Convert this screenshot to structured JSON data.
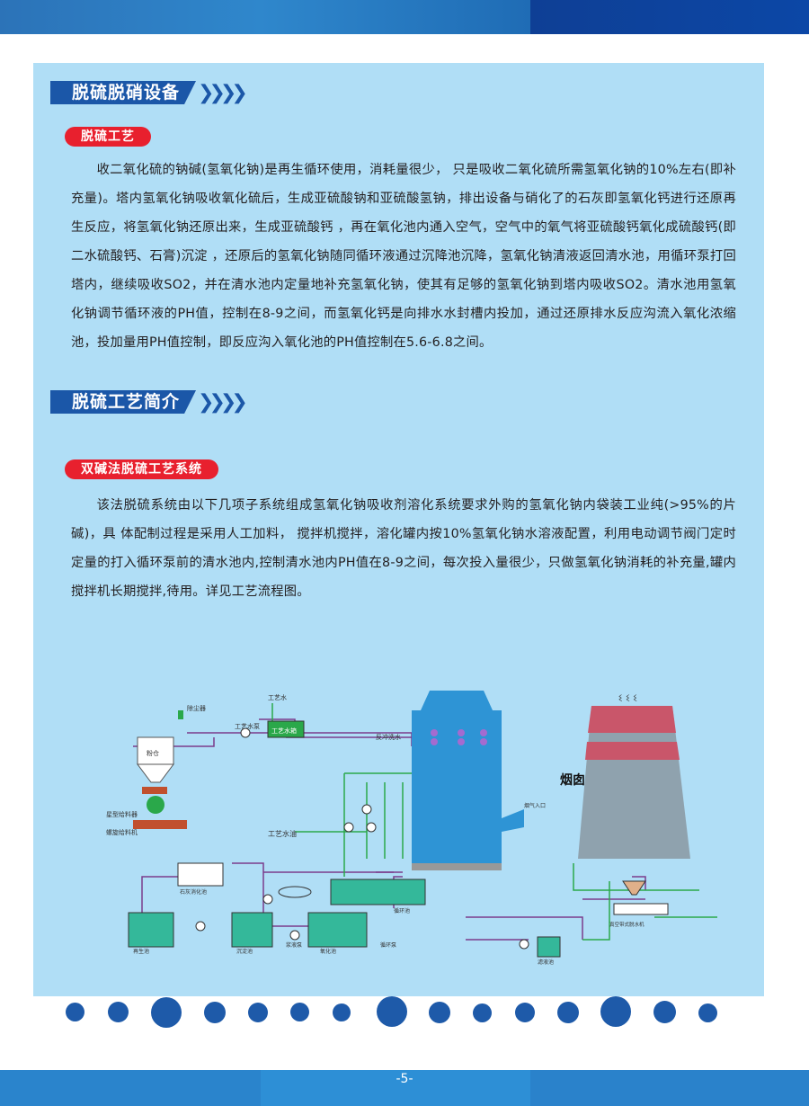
{
  "section1": {
    "title": "脱硫脱硝设备",
    "arrows": "❯❯❯❯"
  },
  "sub1": "脱硫工艺",
  "para1": "收二氧化硫的钠碱(氢氧化钠)是再生循环使用，消耗量很少， 只是吸收二氧化硫所需氢氧化钠的10%左右(即补充量)。塔内氢氧化钠吸收氧化硫后，生成亚硫酸钠和亚硫酸氢钠，排出设备与硝化了的石灰即氢氧化钙进行还原再生反应，将氢氧化钠还原出来，生成亚硫酸钙 ，再在氧化池内通入空气，空气中的氧气将亚硫酸钙氧化成硫酸钙(即二水硫酸钙、石膏)沉淀 ，还原后的氢氧化钠随同循环液通过沉降池沉降，氢氧化钠清液返回清水池，用循环泵打回塔内，继续吸收SO2，并在清水池内定量地补充氢氧化钠，使其有足够的氢氧化钠到塔内吸收SO2。清水池用氢氧化钠调节循环液的PH值，控制在8-9之间，而氢氧化钙是向排水水封槽内投加，通过还原排水反应沟流入氧化浓缩池，投加量用PH值控制，即反应沟入氧化池的PH值控制在5.6-6.8之间。",
  "section2": {
    "title": "脱硫工艺简介",
    "arrows": "❯❯❯❯"
  },
  "sub2": "双碱法脱硫工艺系统",
  "para2": "该法脱硫系统由以下几项子系统组成氢氧化钠吸收剂溶化系统要求外购的氢氧化钠内袋装工业纯(>95%的片碱)，具 体配制过程是采用人工加料， 搅拌机搅拌，溶化罐内按10%氢氧化钠水溶液配置，利用电动调节阀门定时定量的打入循环泵前的清水池内,控制清水池内PH值在8-9之间，每次投入量很少，只做氢氧化钠消耗的补充量,罐内搅拌机长期搅拌,待用。详见工艺流程图。",
  "diagram": {
    "process_water_top": "工艺水",
    "process_water_pump": "工艺水泵",
    "process_water_tank": "工艺水箱",
    "dust_collector": "除尘器",
    "powder_bin": "粉仓",
    "lime": "石灰",
    "star_feeder": "星型给料器",
    "screw_feeder": "螺旋给料机",
    "process_water_pool": "工艺水油",
    "flush_water": "反冲洗水",
    "flue_gas": "烟气入口",
    "stack": "烟囱",
    "lime_dissolve_tank": "石灰消化池",
    "regen_pool": "再生池",
    "sedimentation_pool": "沉淀池",
    "oxidation_pool": "氧化池",
    "circulation_pool": "循环池",
    "slurry_pump": "浆液泵",
    "circ_pump": "循环泵",
    "vacuum_filter": "真空带式脱水机",
    "filtrate_pool": "滤液池"
  },
  "page_number": "-5-"
}
